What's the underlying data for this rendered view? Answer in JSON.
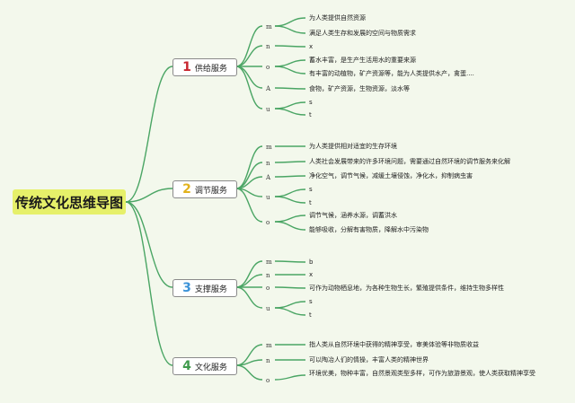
{
  "root": "传统文化思维导图",
  "branches": [
    {
      "num": "1",
      "label": "供给服务",
      "color": "#c8252f"
    },
    {
      "num": "2",
      "label": "调节服务",
      "color": "#e2b21b"
    },
    {
      "num": "3",
      "label": "支撑服务",
      "color": "#3c93d8"
    },
    {
      "num": "4",
      "label": "文化服务",
      "color": "#3f9a4c"
    }
  ],
  "tags": [
    "m",
    "n",
    "o",
    "A",
    "u",
    "m",
    "n",
    "A",
    "u",
    "o",
    "m",
    "n",
    "o",
    "u",
    "m",
    "n",
    "o"
  ],
  "leaves": [
    "为人类提供自然资源",
    "满足人类生存和发展的空间与物质需求",
    "x",
    "蓄水丰富，是生产生活用水的重要来源",
    "有丰富的动植物，矿产资源等，能为人类提供水产，禽蛋....",
    "食物，矿产资源，生物资源，淡水等",
    "s",
    "t",
    "为人类提供相对适宜的生存环境",
    "人类社会发展带来的许多环境问题，需要通过自然环境的调节服务来化解",
    "净化空气，调节气候，减缓土壤侵蚀，净化水，抑制病虫害",
    "s",
    "t",
    "调节气候，涵养水源，调蓄洪水",
    "能够吸收，分解有害物质，降解水中污染物",
    "b",
    "x",
    "可作为动物栖息地，为各种生物生长，繁殖提供条件，维持生物多样性",
    "s",
    "t",
    "指人类从自然环境中获得的精神享受，审美体验等非物质收益",
    "可以陶冶人们的情操，丰富人类的精神世界",
    "环境优美，物种丰富，自然景观类型多样，可作为旅游景观，使人类获取精神享受"
  ]
}
